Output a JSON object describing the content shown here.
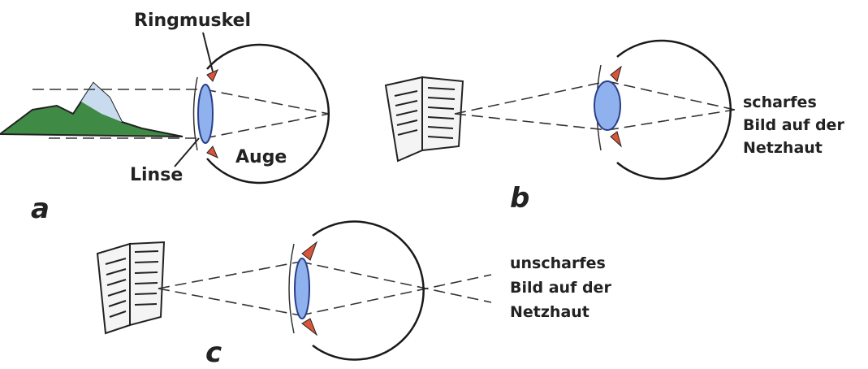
{
  "labels": {
    "ring_muscle": "Ringmuskel",
    "lens": "Linse",
    "eye": "Auge",
    "panel_a": "a",
    "panel_b": "b",
    "panel_c": "c",
    "sharp_line1": "scharfes",
    "sharp_line2": "Bild auf der",
    "sharp_line3": "Netzhaut",
    "blurry_line1": "unscharfes",
    "blurry_line2": "Bild auf der",
    "blurry_line3": "Netzhaut"
  },
  "colors": {
    "lens": "#8fb2ee",
    "muscle": "#d9553a",
    "mountain": "#3f8a45"
  }
}
